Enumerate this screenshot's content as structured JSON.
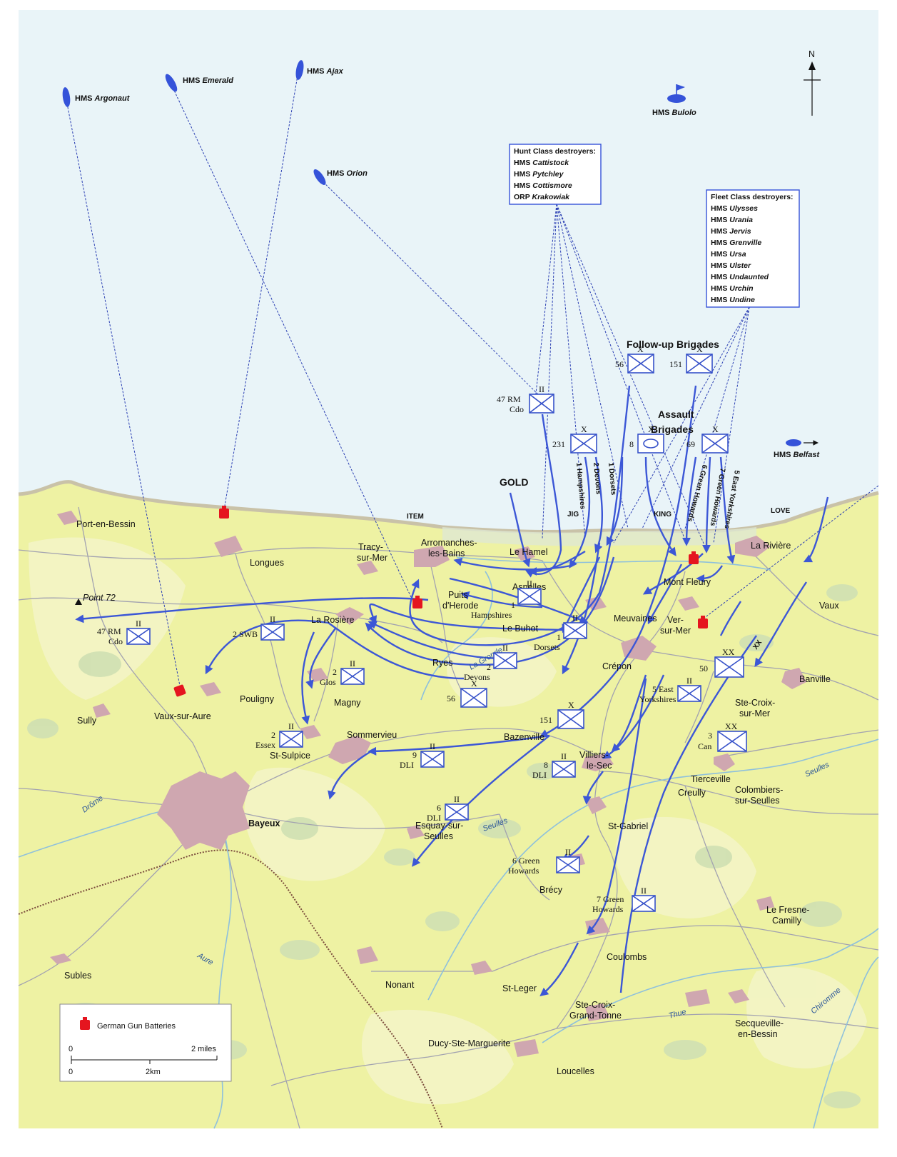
{
  "north_label": "N",
  "ships": {
    "argonaut": {
      "prefix": "HMS",
      "name": "Argonaut"
    },
    "emerald": {
      "prefix": "HMS",
      "name": "Emerald"
    },
    "ajax": {
      "prefix": "HMS",
      "name": "Ajax"
    },
    "orion": {
      "prefix": "HMS",
      "name": "Orion"
    },
    "bulolo": {
      "prefix": "HMS",
      "name": "Bulolo"
    },
    "belfast": {
      "prefix": "HMS",
      "name": "Belfast"
    }
  },
  "hunt_box": {
    "title": "Hunt Class destroyers:",
    "ships": [
      {
        "prefix": "HMS",
        "name": "Cattistock"
      },
      {
        "prefix": "HMS",
        "name": "Pytchley"
      },
      {
        "prefix": "HMS",
        "name": "Cottismore"
      },
      {
        "prefix": "ORP",
        "name": "Krakowiak"
      }
    ]
  },
  "fleet_box": {
    "title": "Fleet Class destroyers:",
    "ships": [
      {
        "prefix": "HMS",
        "name": "Ulysses"
      },
      {
        "prefix": "HMS",
        "name": "Urania"
      },
      {
        "prefix": "HMS",
        "name": "Jervis"
      },
      {
        "prefix": "HMS",
        "name": "Grenville"
      },
      {
        "prefix": "HMS",
        "name": "Ursa"
      },
      {
        "prefix": "HMS",
        "name": "Ulster"
      },
      {
        "prefix": "HMS",
        "name": "Undaunted"
      },
      {
        "prefix": "HMS",
        "name": "Urchin"
      },
      {
        "prefix": "HMS",
        "name": "Undine"
      }
    ]
  },
  "headings": {
    "follow_up": "Follow-up Brigades",
    "assault_1": "Assault",
    "assault_2": "Brigades",
    "gold": "GOLD"
  },
  "beaches": {
    "item": "ITEM",
    "jig": "JIG",
    "king": "KING",
    "love": "LOVE"
  },
  "towns": {
    "port_en_bessin": "Port-en-Bessin",
    "longues": "Longues",
    "tracy_1": "Tracy-",
    "tracy_2": "sur-Mer",
    "arromanches_1": "Arromanches-",
    "arromanches_2": "les-Bains",
    "le_hamel": "Le Hamel",
    "asnelles": "Asnelles",
    "puits_1": "Puits",
    "puits_2": "d'Herode",
    "le_buhot": "Le Buhot",
    "la_riviere": "La Rivière",
    "mont_fleury": "Mont Fleury",
    "meuvaines": "Meuvaines",
    "ver_1": "Ver-",
    "ver_2": "sur-Mer",
    "vaux": "Vaux",
    "point72": "Point 72",
    "la_rosiere": "La Rosière",
    "ryes": "Ryes",
    "crepon": "Crépon",
    "banville": "Banville",
    "ste_croix_mer_1": "Ste-Croix-",
    "ste_croix_mer_2": "sur-Mer",
    "pouligny": "Pouligny",
    "magny": "Magny",
    "sully": "Sully",
    "vaux_sur_aure": "Vaux-sur-Aure",
    "sommervieu": "Sommervieu",
    "st_sulpice": "St-Sulpice",
    "bazenville": "Bazenville",
    "villiers_1": "Villiers-",
    "villiers_2": "le-Sec",
    "tierceville": "Tierceville",
    "creully": "Creully",
    "colombiers_1": "Colombiers-",
    "colombiers_2": "sur-Seulles",
    "bayeux": "Bayeux",
    "esquay_1": "Esquay-sur-",
    "esquay_2": "Seulles",
    "st_gabriel": "St-Gabriel",
    "brecy": "Brécy",
    "le_fresne_1": "Le Fresne-",
    "le_fresne_2": "Camilly",
    "coulombs": "Coulombs",
    "subles": "Subles",
    "nonant": "Nonant",
    "st_leger": "St-Leger",
    "ste_croix_gt_1": "Ste-Croix-",
    "ste_croix_gt_2": "Grand-Tonne",
    "secqueville_1": "Secqueville-",
    "secqueville_2": "en-Bessin",
    "ducy": "Ducy-Ste-Marguerite",
    "loucelles": "Loucelles"
  },
  "rivers": {
    "la_gronde": "La Gronde",
    "drome": "Drôme",
    "aure": "Aure",
    "seulles_1": "Seulles",
    "seulles_2": "Seulles",
    "thue": "Thue",
    "chiromme": "Chiromme"
  },
  "units": {
    "rm47_sea": {
      "size": "II",
      "l1": "47 RM",
      "l2": "Cdo"
    },
    "b56_sea": {
      "size": "X",
      "l1": "56"
    },
    "b151_sea": {
      "size": "X",
      "l1": "151"
    },
    "b231": {
      "size": "X",
      "l1": "231"
    },
    "arm8": {
      "size": "X",
      "l1": "8"
    },
    "b69": {
      "size": "X",
      "l1": "69"
    },
    "hampshires1": {
      "size": "II",
      "l1": "1",
      "l2": "Hampshires"
    },
    "dorsets1": {
      "size": "II",
      "l1": "1",
      "l2": "Dorsets"
    },
    "devons2": {
      "size": "II",
      "l1": "2",
      "l2": "Devons"
    },
    "b56_land": {
      "size": "X",
      "l1": "56"
    },
    "b151_land": {
      "size": "X",
      "l1": "151"
    },
    "div50": {
      "size": "XX",
      "l1": "50"
    },
    "can3": {
      "size": "XX",
      "l1": "3",
      "l2": "Can"
    },
    "eastyorks5": {
      "size": "II",
      "l1": "5 East",
      "l2": "Yorkshires"
    },
    "rm47_land": {
      "size": "II",
      "l1": "47 RM",
      "l2": "Cdo"
    },
    "swb2": {
      "size": "II",
      "l1": "2 SWB"
    },
    "glos2": {
      "size": "II",
      "l1": "2",
      "l2": "Glos"
    },
    "essex2": {
      "size": "II",
      "l1": "2",
      "l2": "Essex"
    },
    "dli9": {
      "size": "II",
      "l1": "9",
      "l2": "DLI"
    },
    "dli8": {
      "size": "II",
      "l1": "8",
      "l2": "DLI"
    },
    "dli6": {
      "size": "II",
      "l1": "6",
      "l2": "DLI"
    },
    "gh6": {
      "size": "II",
      "l1": "6 Green",
      "l2": "Howards"
    },
    "gh7": {
      "size": "II",
      "l1": "7 Green",
      "l2": "Howards"
    }
  },
  "diag_labels": {
    "hampshires": "1 Hampshires",
    "devons": "2 Devons",
    "dorsets": "1 Dorsets",
    "gh6": "6 Green Howards",
    "gh7": "7 Green Howards",
    "eyorks5": "5 East Yorkshires",
    "xx": "XX"
  },
  "legend": {
    "item": "German Gun Batteries",
    "miles_0": "0",
    "miles_2": "2 miles",
    "km_0": "0",
    "km_2": "2km"
  },
  "colors": {
    "sea": "#e9f4f8",
    "land": "#eef2a3",
    "land_light": "#f2f4c6",
    "wood": "#dbe7b4",
    "town": "#cfa7b0",
    "road": "#9a9aa8",
    "river": "#8ec0dc",
    "arrow": "#3c57d6",
    "battery": "#e5151f",
    "unit_box": "#3651c9",
    "railway": "#7a4b3c"
  }
}
